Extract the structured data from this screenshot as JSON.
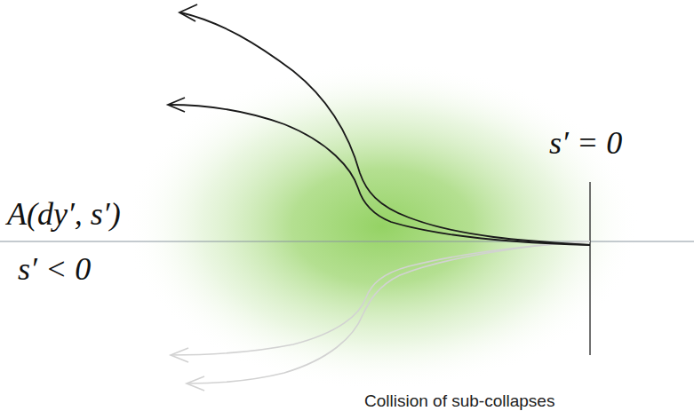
{
  "diagram": {
    "caption": "Collision of sub-collapses",
    "labels": [
      "s′ = 0",
      "A(dy′, s′)",
      "s′ < 0"
    ]
  }
}
